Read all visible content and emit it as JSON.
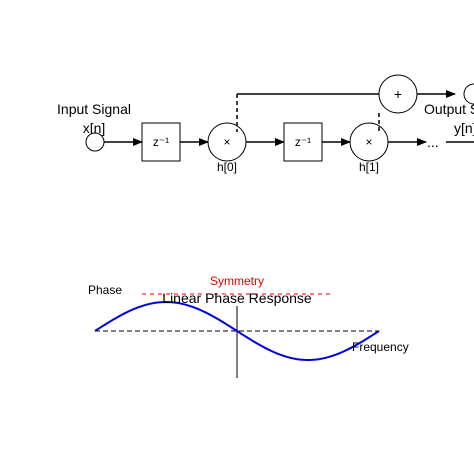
{
  "filter_diagram": {
    "input_label": "Input Signal",
    "input_var": "x[n]",
    "output_label": "Output S",
    "output_var": "y[n]",
    "delay1_label": "z⁻¹",
    "delay2_label": "z⁻¹",
    "mult1_symbol": "×",
    "mult2_symbol": "×",
    "coef1_label": "h[0]",
    "coef2_label": "h[1]",
    "adder_symbol": "+",
    "ellipsis": "..."
  },
  "phase_plot": {
    "title": "Linear Phase Response",
    "ylabel": "Phase",
    "xlabel": "Frequency",
    "annotation": "Symmetry",
    "colors": {
      "curve": "#0000dd",
      "symmetry": "#e00000",
      "axis": "#000000"
    }
  }
}
